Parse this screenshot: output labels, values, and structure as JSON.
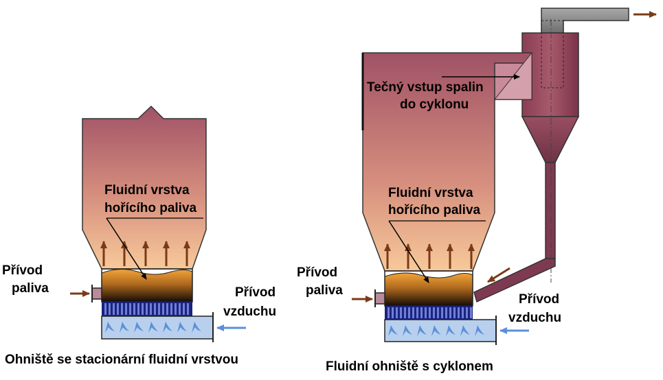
{
  "left_diagram": {
    "caption": "Ohniště se stacionární fluidní vrstvou",
    "bed_label_line1": "Fluidní vrstva",
    "bed_label_line2": "hořícího paliva",
    "fuel_label_line1": "Přívod",
    "fuel_label_line2": "paliva",
    "air_label_line1": "Přívod",
    "air_label_line2": "vzduchu"
  },
  "right_diagram": {
    "caption": "Fluidní ohniště s cyklonem",
    "inlet_label_line1": "Tečný vstup spalin",
    "inlet_label_line2": "do cyklonu",
    "bed_label_line1": "Fluidní vrstva",
    "bed_label_line2": "hořícího paliva",
    "fuel_label_line1": "Přívod",
    "fuel_label_line2": "paliva",
    "air_label_line1": "Přívod",
    "air_label_line2": "vzduchu"
  },
  "colors": {
    "furnace_top": "#a05266",
    "furnace_bottom": "#f2b98a",
    "bed_top": "#f0a030",
    "bed_bottom": "#1a1208",
    "grid": "#1a237e",
    "air_box": "#b8d0ee",
    "air_arrow": "#5b8fd8",
    "flow_arrow": "#7a3a18",
    "outline": "#222222"
  }
}
